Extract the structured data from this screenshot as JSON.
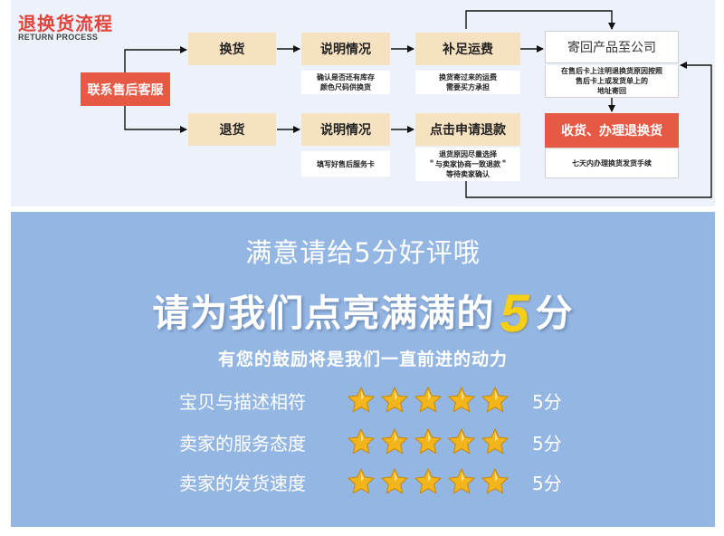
{
  "process": {
    "title": "退换货流程",
    "subtitle": "RETURN PROCESS",
    "contact": "联系售后客服",
    "exchange": {
      "step1": "换货",
      "step2": "说明情况",
      "step2_desc": [
        "确认是否还有库存",
        "颜色尺码供换货"
      ],
      "step3": "补足运费",
      "step3_desc": [
        "换货寄过来的运费",
        "需要买方承担"
      ],
      "step4": "寄回产品至公司",
      "step4_desc": [
        "在售后卡上注明退换货原因按照",
        "售后卡上或发货单上的",
        "地址寄回"
      ]
    },
    "refund": {
      "step1": "退货",
      "step2": "说明情况",
      "step2_desc": [
        "填写好售后服务卡"
      ],
      "step3": "点击申请退款",
      "step3_desc": [
        "退货原因尽量选择",
        "＂与卖家协商一致退款＂",
        "等待卖家确认"
      ]
    },
    "final": "收货、办理退换货",
    "final_desc": "七天内办理换货发货手续"
  },
  "rating": {
    "heading": "满意请给5分好评哦",
    "big_prefix": "请为我们点亮满满的",
    "big_five": "5",
    "big_suffix": "分",
    "tagline": "有您的鼓励将是我们一直前进的动力",
    "items": [
      {
        "label": "宝贝与描述相符",
        "stars": 5,
        "score": "5分"
      },
      {
        "label": "卖家的服务态度",
        "stars": 5,
        "score": "5分"
      },
      {
        "label": "卖家的发货速度",
        "stars": 5,
        "score": "5分"
      }
    ]
  },
  "colors": {
    "accent_red": "#e65a45",
    "title_red": "#e2433b",
    "beige": "#f6e1c0",
    "panel_blue": "#94b6e3",
    "star_gold": "#f2b51c",
    "five_gold": "#f6cf17"
  }
}
